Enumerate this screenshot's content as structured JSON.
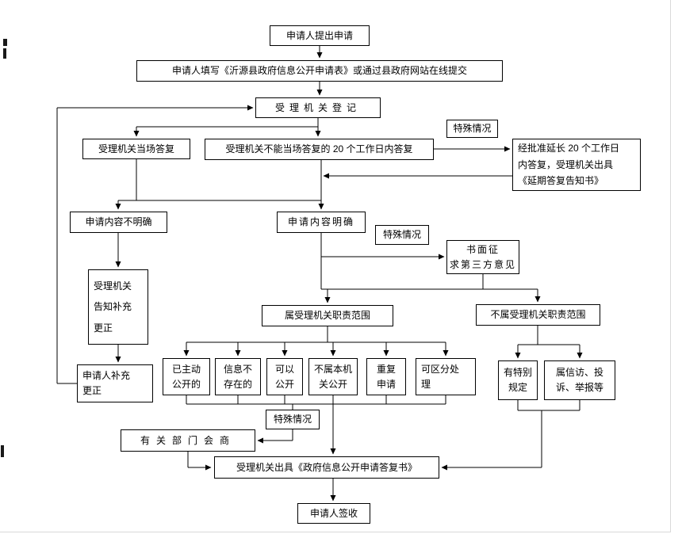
{
  "colors": {
    "line": "#000000",
    "box_border": "#000000",
    "background": "#ffffff"
  },
  "nodes": {
    "submit": {
      "label": "申请人提出申请"
    },
    "fill_form": {
      "label": "申请人填写《沂源县政府信息公开申请表》或通过县政府网站在线提交"
    },
    "register": {
      "label": "受理机关登记"
    },
    "onsite_reply": {
      "label": "受理机关当场答复"
    },
    "reply_20days": {
      "label": "受理机关不能当场答复的 20 个工作日内答复"
    },
    "special_case_top": {
      "label": "特殊情况"
    },
    "extension": {
      "label": "经批准延长 20 个工作日\n内答复，受理机关出具\n《延期答复告知书》"
    },
    "content_unclear": {
      "label": "申请内容不明确"
    },
    "content_clear": {
      "label": "申请内容明确"
    },
    "special_case_mid": {
      "label": "特殊情况"
    },
    "third_party": {
      "label": "书面征\n求第三方意见"
    },
    "notify_supplement": {
      "label": "受理机关\n告知补充\n更正"
    },
    "in_scope": {
      "label": "属受理机关职责范围"
    },
    "out_scope": {
      "label": "不属受理机关职责范围"
    },
    "already_public": {
      "label": "已主动\n公开的"
    },
    "info_not_exist": {
      "label": "信息不\n存在的"
    },
    "can_public": {
      "label": "可以\n公开"
    },
    "not_this_org": {
      "label": "不属本机\n关公开"
    },
    "repeat_request": {
      "label": "重复\n申请"
    },
    "separable": {
      "label": "可区分处\n理"
    },
    "special_rule": {
      "label": "有特别\n规定"
    },
    "petition": {
      "label": "属信访、投\n诉、举报等"
    },
    "supplement": {
      "label": "申请人补充\n更正"
    },
    "special_case_bottom": {
      "label": "特殊情况"
    },
    "consult": {
      "label": "有关部门会商"
    },
    "reply_doc": {
      "label": "受理机关出具《政府信息公开申请答复书》"
    },
    "sign": {
      "label": "申请人签收"
    }
  }
}
